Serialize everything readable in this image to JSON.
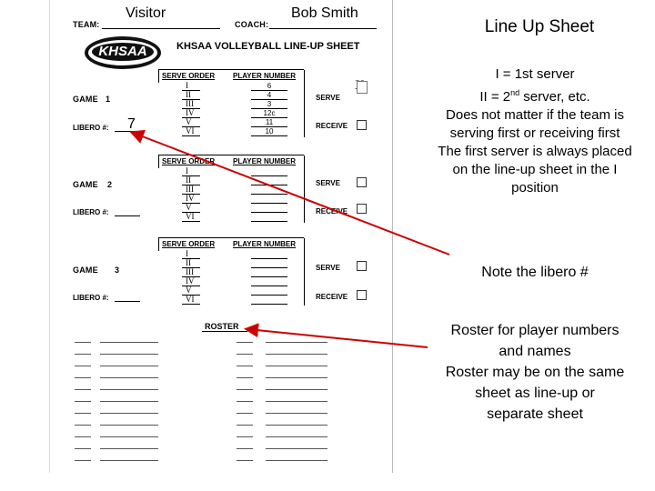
{
  "form": {
    "team_label": "TEAM:",
    "team_value": "Visitor",
    "coach_label": "COACH:",
    "coach_value": "Bob Smith",
    "sheet_title": "KHSAA VOLLEYBALL LINE-UP SHEET",
    "logo_text": "KHSAA",
    "serve_order_label": "SERVE ORDER",
    "player_number_label": "PLAYER NUMBER",
    "serve_label": "SERVE",
    "receive_label": "RECEIVE",
    "libero_label": "LIBERO #:",
    "roster_label": "ROSTER",
    "roman_numerals": [
      "I",
      "II",
      "III",
      "IV",
      "V",
      "VI"
    ],
    "games": [
      {
        "game_label": "GAME",
        "game_number": "1",
        "players": [
          "6",
          "4",
          "3",
          "12c",
          "11",
          "10"
        ],
        "libero": "7",
        "serve_mark": "X"
      },
      {
        "game_label": "GAME",
        "game_number": "2",
        "players": [
          "",
          "",
          "",
          "",
          "",
          ""
        ],
        "libero": "",
        "serve_mark": ""
      },
      {
        "game_label": "GAME",
        "game_number": "3",
        "players": [
          "",
          "",
          "",
          "",
          "",
          ""
        ],
        "libero": "",
        "serve_mark": ""
      }
    ]
  },
  "annotations": {
    "heading": "Line Up Sheet",
    "server_lines": [
      "I = 1st server",
      "II = 2nd server, etc."
    ],
    "second_superscript": "nd",
    "notes": [
      "Does not matter if the team is",
      "serving first or receiving first",
      "The first server is always placed",
      "on the line-up sheet in the I",
      "position"
    ],
    "libero_note": "Note the libero #",
    "roster_note": [
      "Roster for player numbers",
      "and names",
      "Roster may be on the same",
      "sheet as line-up or",
      "separate sheet"
    ]
  },
  "colors": {
    "arrow": "#cc0000",
    "form_ink": "#000000"
  }
}
